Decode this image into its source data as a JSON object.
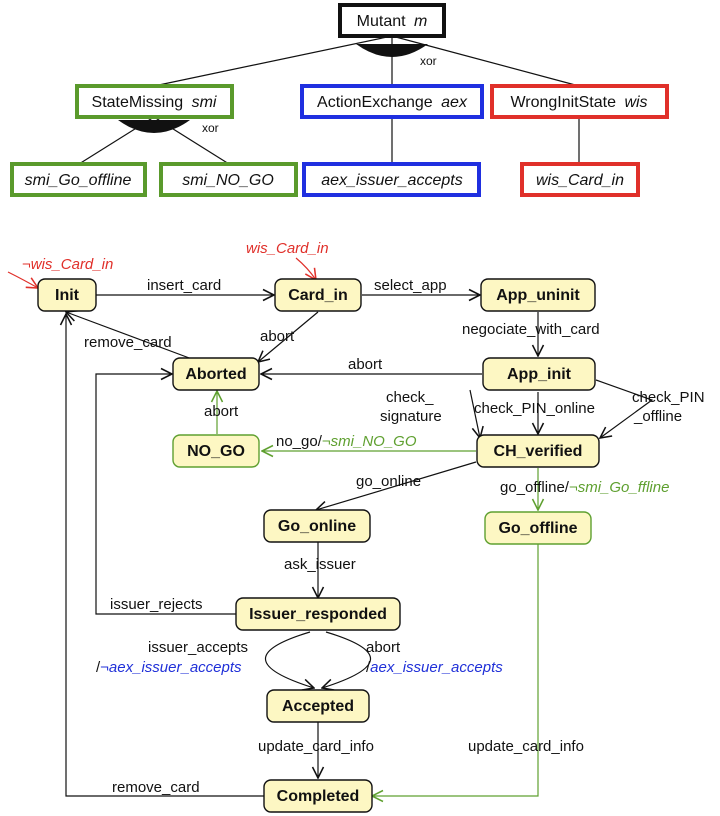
{
  "feature_model": {
    "root": {
      "name": "Mutant",
      "var": "m"
    },
    "root_group": "xor",
    "features": [
      {
        "name": "StateMissing",
        "var": "smi",
        "color": "#5a9a2c"
      },
      {
        "name": "ActionExchange",
        "var": "aex",
        "color": "#1f2fe0"
      },
      {
        "name": "WrongInitState",
        "var": "wis",
        "color": "#e0302a"
      }
    ],
    "smi_group": "xor",
    "leaves": [
      "smi_Go_offline",
      "smi_NO_GO",
      "aex_issuer_accepts",
      "wis_Card_in"
    ]
  },
  "states": {
    "init": "Init",
    "card_in": "Card_in",
    "app_uninit": "App_uninit",
    "aborted": "Aborted",
    "app_init": "App_init",
    "no_go": "NO_GO",
    "ch_verified": "CH_verified",
    "go_online": "Go_online",
    "go_offline": "Go_offline",
    "issuer_responded": "Issuer_responded",
    "accepted": "Accepted",
    "completed": "Completed"
  },
  "labels": {
    "not_wis_init": "¬wis_Card_in",
    "wis_card_in": "wis_Card_in",
    "insert_card": "insert_card",
    "select_app": "select_app",
    "remove_card_1": "remove_card",
    "abort_card_in": "abort",
    "negociate": "negociate_with_card",
    "abort_app_init": "abort",
    "check_signature_1": "check_",
    "check_signature_2": "signature",
    "check_pin_online": "check_PIN_online",
    "check_pin_offline_1": "check_PIN",
    "check_pin_offline_2": "_offline",
    "abort_no_go": "abort",
    "no_go_prefix": "no_go/",
    "no_go_guard": "¬smi_NO_GO",
    "go_online": "go_online",
    "go_offline_prefix": "go_offline/",
    "go_offline_guard": "¬smi_Go_ffline",
    "ask_issuer": "ask_issuer",
    "issuer_rejects": "issuer_rejects",
    "issuer_accepts": "issuer_accepts",
    "issuer_accepts_guard_prefix": "/",
    "issuer_accepts_guard": "¬aex_issuer_accepts",
    "abort_issuer": "abort",
    "abort_guard_prefix": "/",
    "abort_guard": "aex_issuer_accepts",
    "update_card_info_1": "update_card_info",
    "update_card_info_2": "update_card_info",
    "remove_card_2": "remove_card"
  },
  "colors": {
    "state_fill": "#fdf7c3",
    "green": "#5fa030",
    "blue": "#2030d8",
    "red": "#e0302a"
  }
}
